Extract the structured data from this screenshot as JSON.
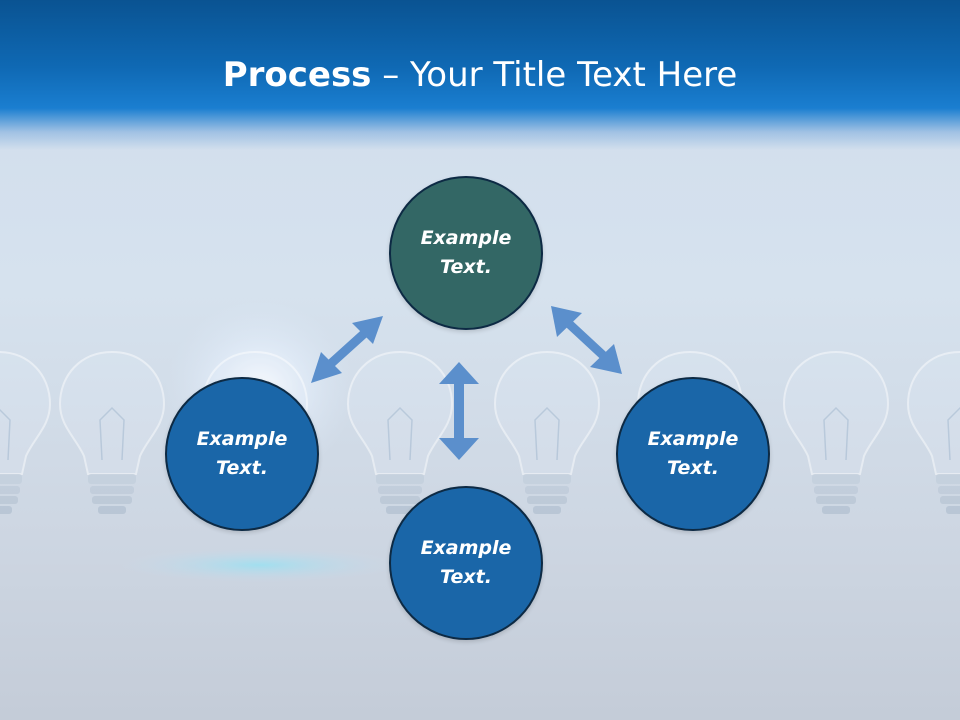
{
  "title": {
    "bold": "Process",
    "rest": " – Your Title Text Here"
  },
  "nodes": {
    "top": "Example Text.",
    "left": "Example Text.",
    "right": "Example Text.",
    "bottom": "Example Text."
  },
  "colors": {
    "header": "#0f69b4",
    "top_node": "#336765",
    "node": "#1a66a8",
    "arrow": "#5b8fcc"
  }
}
